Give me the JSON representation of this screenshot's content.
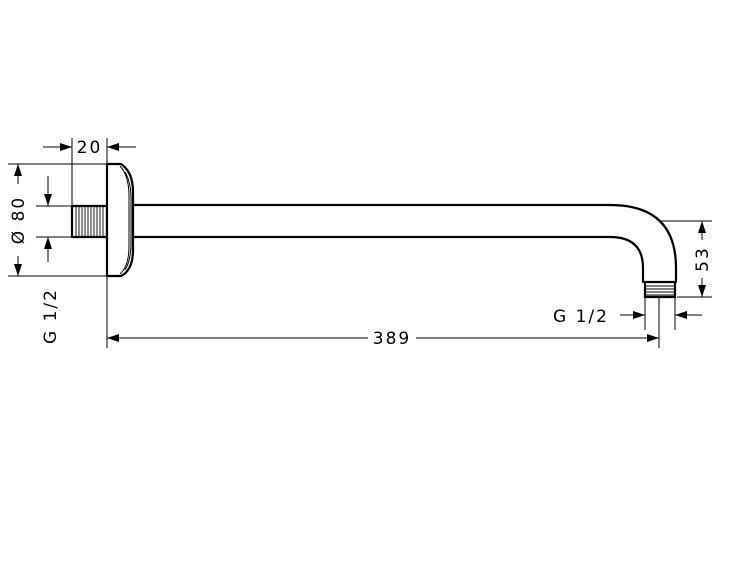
{
  "drawing": {
    "dimensions": {
      "flange_depth": "20",
      "flange_diameter": "Ø 80",
      "inlet_thread": "G 1/2",
      "arm_length": "389",
      "outlet_thread": "G 1/2",
      "drop_height": "53"
    }
  }
}
